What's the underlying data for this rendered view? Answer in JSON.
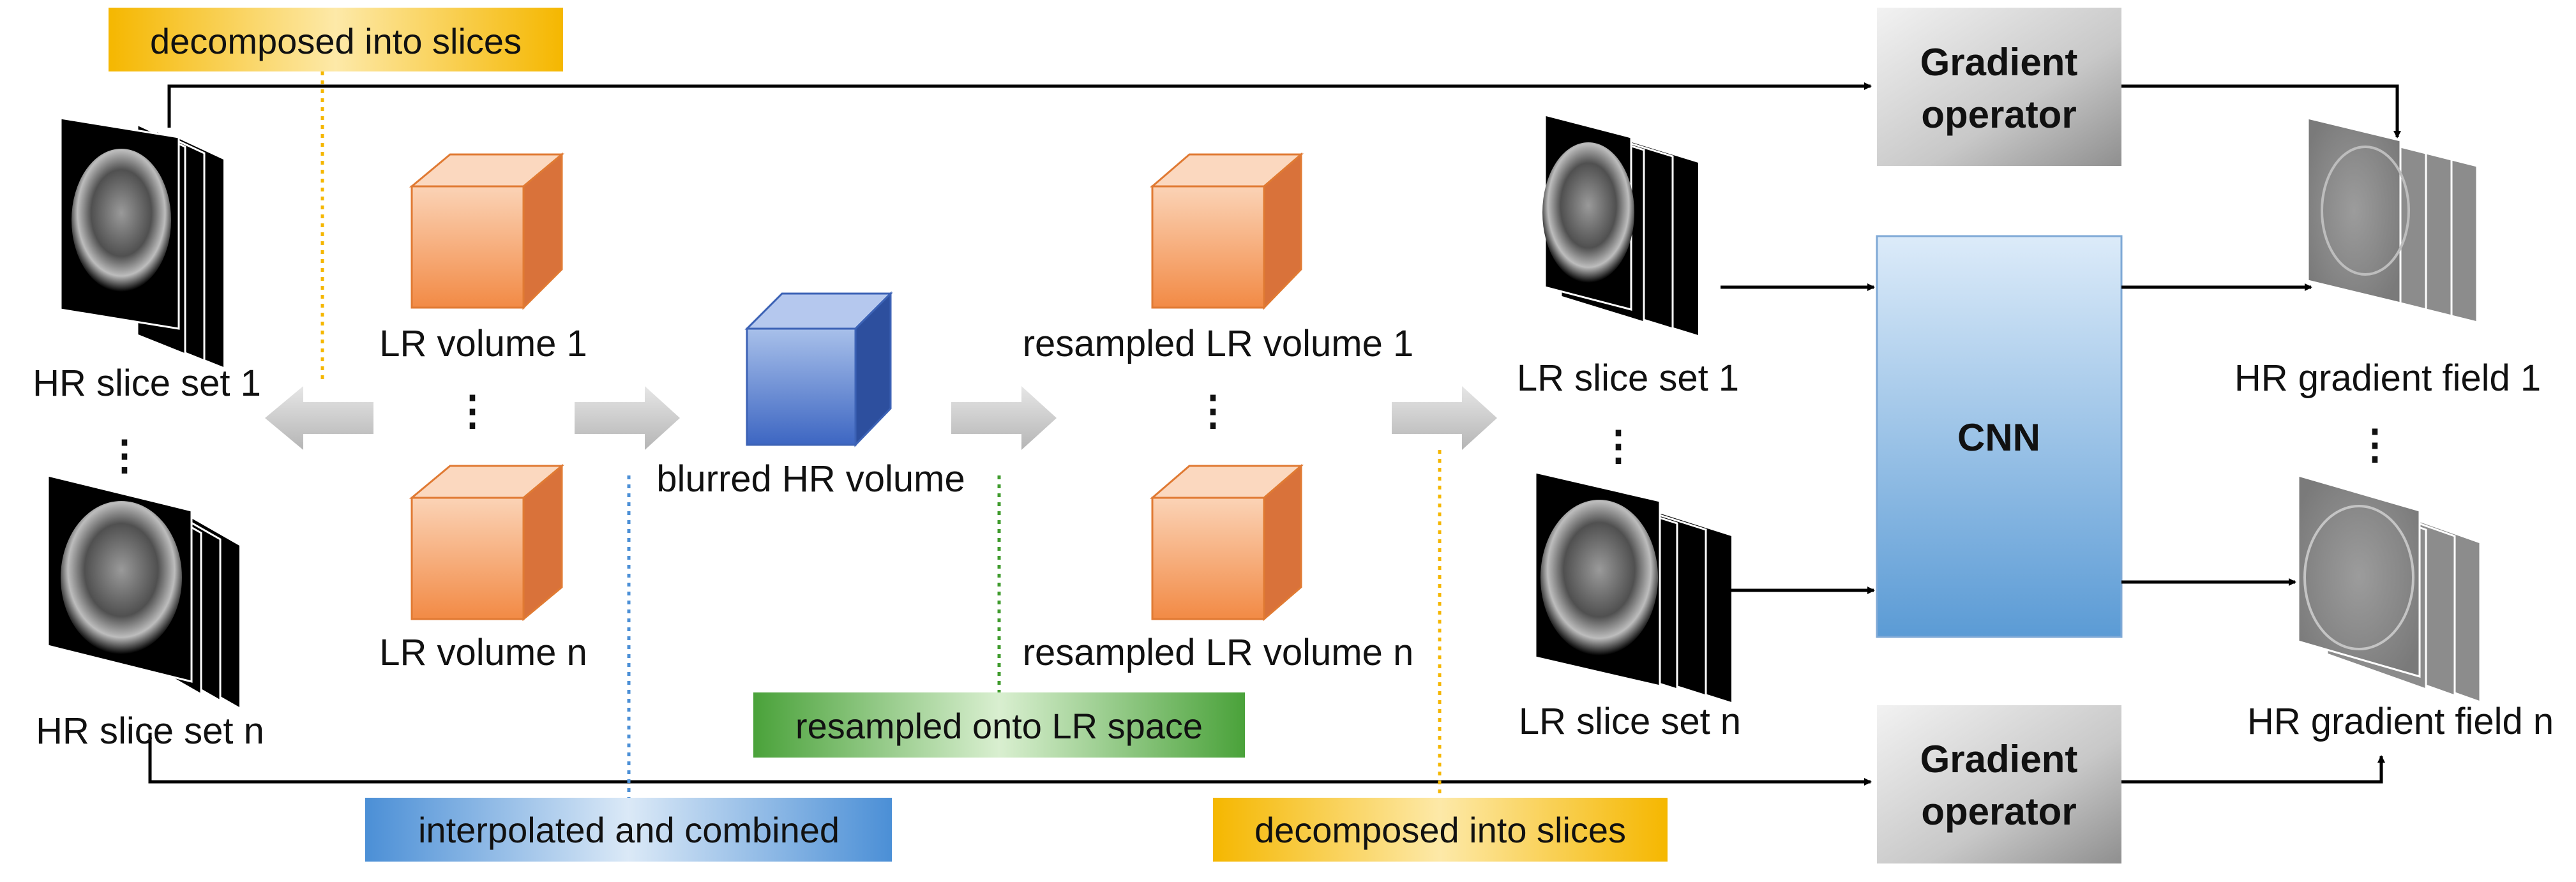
{
  "callouts": {
    "decompose_top": "decomposed into slices",
    "interpolate": "interpolated and combined",
    "resample": "resampled onto LR space",
    "decompose_bottom": "decomposed into slices"
  },
  "labels": {
    "hr_slice_set_1": "HR slice set 1",
    "hr_slice_set_n": "HR slice set n",
    "lr_volume_1": "LR volume 1",
    "lr_volume_n": "LR volume n",
    "blurred_hr_volume": "blurred HR volume",
    "resampled_lr_volume_1": "resampled LR volume 1",
    "resampled_lr_volume_n": "resampled LR volume n",
    "lr_slice_set_1": "LR slice set 1",
    "lr_slice_set_n": "LR slice set n",
    "hr_gradient_field_1": "HR gradient field 1",
    "hr_gradient_field_n": "HR gradient field n"
  },
  "boxes": {
    "gradient_operator_top": [
      "Gradient",
      "operator"
    ],
    "cnn": "CNN",
    "gradient_operator_bottom": [
      "Gradient",
      "operator"
    ]
  },
  "ellipsis": "⋮",
  "colors": {
    "orange_cube": "#f29a61",
    "blue_cube": "#4f78c9",
    "yellow_callout": "#f8c22f",
    "blue_callout": "#5b9bd5",
    "green_callout": "#5aa845",
    "cnn_box": "#6fa6dc",
    "gray_box": "#9a9a9a"
  }
}
